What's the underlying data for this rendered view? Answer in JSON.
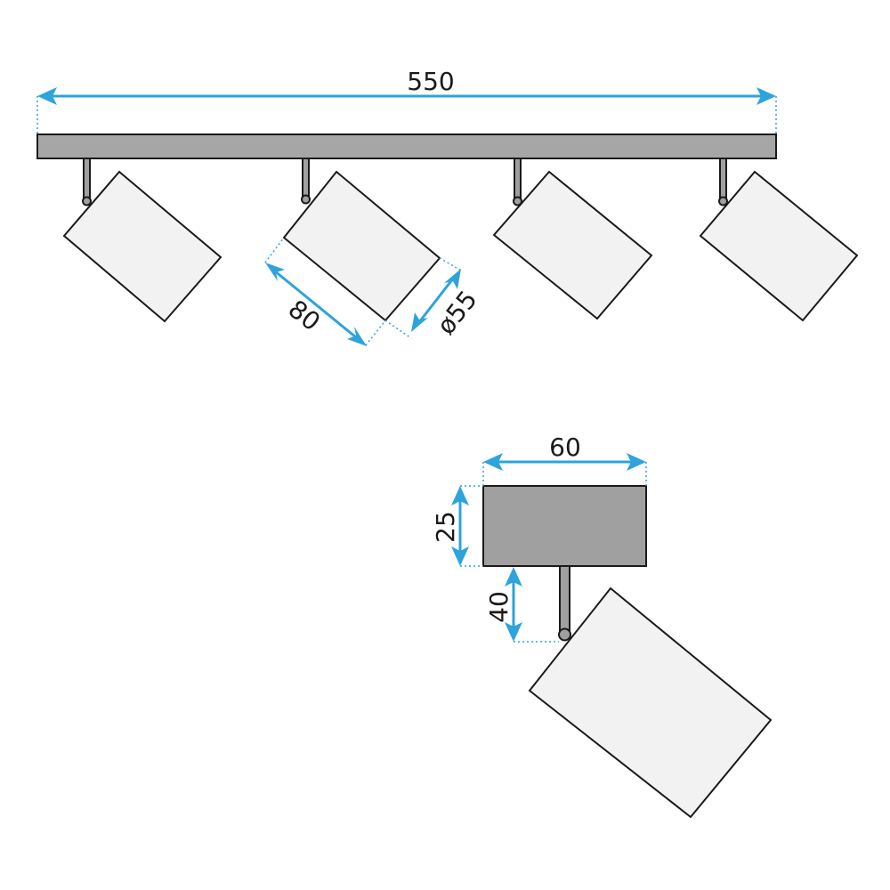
{
  "dimensions": {
    "rail_length": "550",
    "spot_length": "80",
    "spot_diameter": "ø55",
    "base_width": "60",
    "base_height": "25",
    "stem_length": "40"
  },
  "colors": {
    "dimension_line": "#2ea3dc",
    "body_fill": "#a6a6a6",
    "shade_fill": "#f2f2f2",
    "outline": "#1a1a1a"
  }
}
